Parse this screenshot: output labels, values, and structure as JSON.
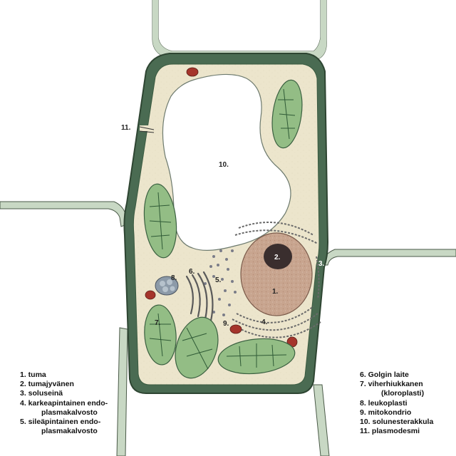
{
  "labels": {
    "n1": "1.",
    "n2": "2.",
    "n3": "3.",
    "n4": "4.",
    "n5": "5.",
    "n6": "6.",
    "n7": "7.",
    "n8": "8.",
    "n9": "9.",
    "n10": "10.",
    "n11": "11."
  },
  "legend_left": [
    {
      "text": "1. tuma"
    },
    {
      "text": "2. tumajyvänen"
    },
    {
      "text": "3. soluseinä"
    },
    {
      "text": "4. karkeapintainen endo-"
    },
    {
      "text": "plasmakalvosto"
    },
    {
      "text": "5. sileäpintainen endo-"
    },
    {
      "text": "plasmakalvosto"
    }
  ],
  "legend_right": [
    {
      "text": "6. Golgin laite"
    },
    {
      "text": "7. viherhiukkanen"
    },
    {
      "text": "(kloroplasti)"
    },
    {
      "text": "8. leukoplasti"
    },
    {
      "text": "9. mitokondrio"
    },
    {
      "text": "10. solunesterakkula"
    },
    {
      "text": "11. plasmodesmi"
    }
  ],
  "colors": {
    "neighbor_wall": "#c8d8c4",
    "cell_wall": "#3f6048",
    "cytoplasm": "#ece5cc",
    "vacuole": "#ffffff",
    "nucleus": "#c8a58f",
    "nucleolus": "#3a2e2e",
    "chloroplast": "#93bd85",
    "mitochondrion": "#a5352c",
    "leukoplast": "#8c9aa8"
  }
}
